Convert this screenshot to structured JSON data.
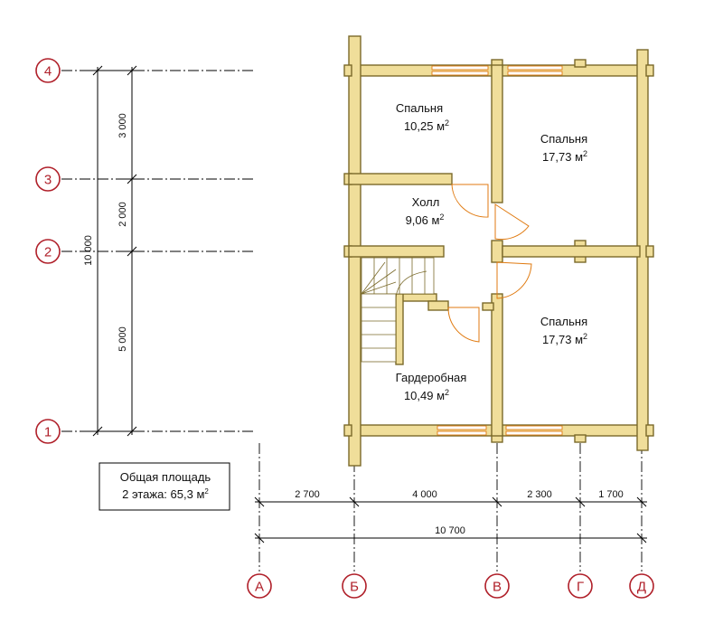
{
  "rooms": [
    {
      "name": "Спальня",
      "area_num": "10,25 м",
      "unit_sup": "2"
    },
    {
      "name": "Спальня",
      "area_num": "17,73 м",
      "unit_sup": "2"
    },
    {
      "name": "Холл",
      "area_num": "9,06 м",
      "unit_sup": "2"
    },
    {
      "name": "Спальня",
      "area_num": "17,73 м",
      "unit_sup": "2"
    },
    {
      "name": "Гардеробная",
      "area_num": "10,49 м",
      "unit_sup": "2"
    }
  ],
  "axes_rows": [
    "1",
    "2",
    "3",
    "4"
  ],
  "axes_cols": [
    "А",
    "Б",
    "В",
    "Г",
    "Д"
  ],
  "dims_vertical": {
    "segments": [
      "5 000",
      "2 000",
      "3 000"
    ],
    "total": "10 000"
  },
  "dims_horizontal": {
    "segments": [
      "2 700",
      "4 000",
      "2 300",
      "1 700"
    ],
    "total": "10 700"
  },
  "area_box": {
    "line1": "Общая площадь",
    "line2": "2 этажа: 65,3 м",
    "unit_sup": "2"
  },
  "colors": {
    "wall_fill": "#f0de9a",
    "wall_stroke": "#7a6a2a",
    "axis_bubble": "#b0202a",
    "door_arc": "#e07a10"
  }
}
